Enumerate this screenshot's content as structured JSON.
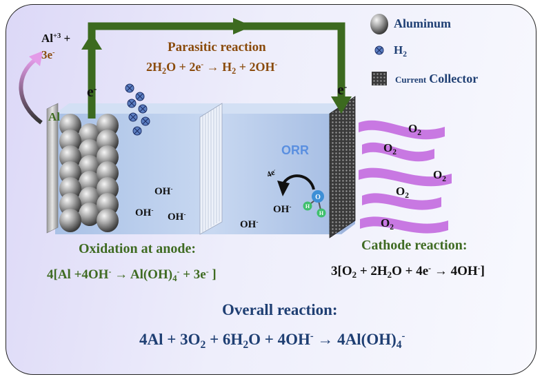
{
  "legend": {
    "aluminum": "Aluminum",
    "h2": "H",
    "h2_sub": "2",
    "collector_small": "Current",
    "collector_big": "Collector"
  },
  "electron": {
    "e": "e",
    "minus": "-"
  },
  "anode_release": {
    "al_ion": "Al",
    "al_ion_charge": "+3",
    "plus": "+",
    "electrons": "3e",
    "electrons_charge": "-"
  },
  "al_label": "Al",
  "parasitic": {
    "title": "Parasitic reaction",
    "equation": [
      "2H",
      "2",
      "O + 2e",
      "-",
      " → H",
      "2",
      " + 2OH",
      "-"
    ]
  },
  "orr": {
    "label": "ORR",
    "electrons": "4e",
    "electrons_charge": "-"
  },
  "water_atoms": {
    "oxygen": "O",
    "hydrogen": "H"
  },
  "hydroxide": {
    "label": "OH",
    "charge": "-"
  },
  "oxygen": {
    "label": "O",
    "sub": "2"
  },
  "anode": {
    "title": "Oxidation at anode:",
    "equation": [
      "4[Al +4OH",
      "-",
      " → Al(OH)",
      "4",
      "-",
      " + 3e",
      "-",
      " ]"
    ]
  },
  "cathode": {
    "title": "Cathode reaction:",
    "equation": [
      "3[O",
      "2",
      " + 2H",
      "2",
      "O + 4e",
      "-",
      " → 4OH",
      "-",
      "]"
    ]
  },
  "overall": {
    "title": "Overall reaction:",
    "equation": [
      "4Al + 3O",
      "2",
      " + 6H",
      "2",
      "O + 4OH",
      "-",
      " → 4Al(OH)",
      "4",
      "-"
    ]
  },
  "colors": {
    "wire": "#3c6a1f",
    "oxygen_wave": "#c878e2",
    "h2_bubble": "#5c7fc2",
    "electrolyte": "#b9cdeb",
    "text_green": "#3f6b22",
    "text_brown": "#8a4b0c",
    "text_navy": "#1f3f73"
  }
}
